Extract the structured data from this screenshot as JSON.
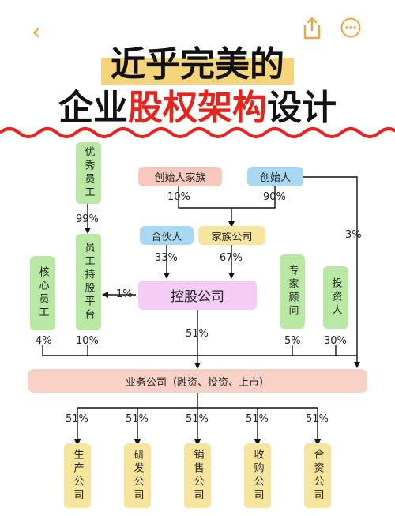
{
  "title": {
    "line1": "近乎完美的",
    "line2_pre": "企业",
    "line2_red": "股权架构",
    "line2_post": "设计"
  },
  "colors": {
    "accent_red": "#e7231b",
    "highlight_yellow": "#f6d57a",
    "node_green": "#b9e8a4",
    "node_pink": "#f7c8bd",
    "node_blue": "#a9d8f3",
    "node_yellow": "#f7e59e",
    "node_purple": "#f4ccf6",
    "node_peach": "#f9d1c6",
    "icon_orange": "#f2a63a"
  },
  "icons": {
    "back": "‹",
    "share": "share-icon",
    "more": "more-icon"
  },
  "nodes": {
    "excellent_staff": "优秀员工",
    "founder_family": "创始人家族",
    "founder": "创始人",
    "partner": "合伙人",
    "family_company": "家族公司",
    "core_staff": "核心员工",
    "esop_platform": "员工持股平台",
    "holding": "控股公司",
    "expert": "专家顾问",
    "investor": "投资人",
    "business_co": "业务公司（融资、投资、上市）",
    "subs": [
      "生产公司",
      "研发公司",
      "销售公司",
      "收购公司",
      "合资公司"
    ]
  },
  "percents": {
    "family_10": "10%",
    "founder_90": "90%",
    "excellent_99": "99%",
    "founder_3": "3%",
    "partner_33": "33%",
    "family_67": "67%",
    "esop_1": "1%",
    "holding_51": "51%",
    "core_4": "4%",
    "esop_10": "10%",
    "expert_5": "5%",
    "investor_30": "30%",
    "subs": [
      "51%",
      "51%",
      "51%",
      "51%",
      "51%"
    ]
  }
}
